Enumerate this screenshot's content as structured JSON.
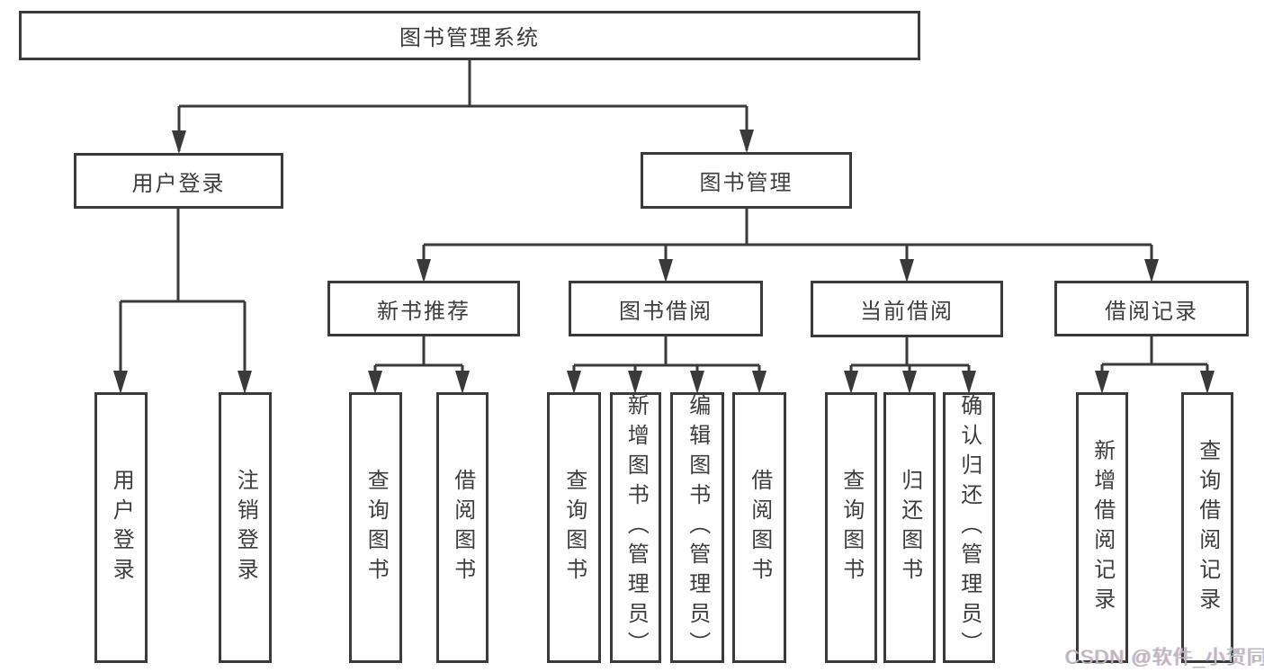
{
  "diagram": {
    "root": {
      "label": "图书管理系统"
    },
    "level2": [
      {
        "label": "用户登录"
      },
      {
        "label": "图书管理"
      }
    ],
    "level3": [
      {
        "label": "新书推荐"
      },
      {
        "label": "图书借阅"
      },
      {
        "label": "当前借阅"
      },
      {
        "label": "借阅记录"
      }
    ],
    "leaves": {
      "user_login": [
        "用户登录",
        "注销登录"
      ],
      "new_book_recommend": [
        "查询图书",
        "借阅图书"
      ],
      "book_borrow": [
        "查询图书",
        "新增图书（管理员）",
        "编辑图书（管理员）",
        "借阅图书"
      ],
      "current_borrow": [
        "查询图书",
        "归还图书",
        "确认归还（管理员）"
      ],
      "borrow_record": [
        "新增借阅记录",
        "查询借阅记录"
      ]
    }
  },
  "watermark": {
    "text": "CSDN @软件_小贺同学"
  },
  "colors": {
    "line": "#3a3a3a",
    "border": "#3a3a3a",
    "text": "#3d3d3d",
    "background": "#ffffff",
    "watermark": "#b9b9b9"
  }
}
